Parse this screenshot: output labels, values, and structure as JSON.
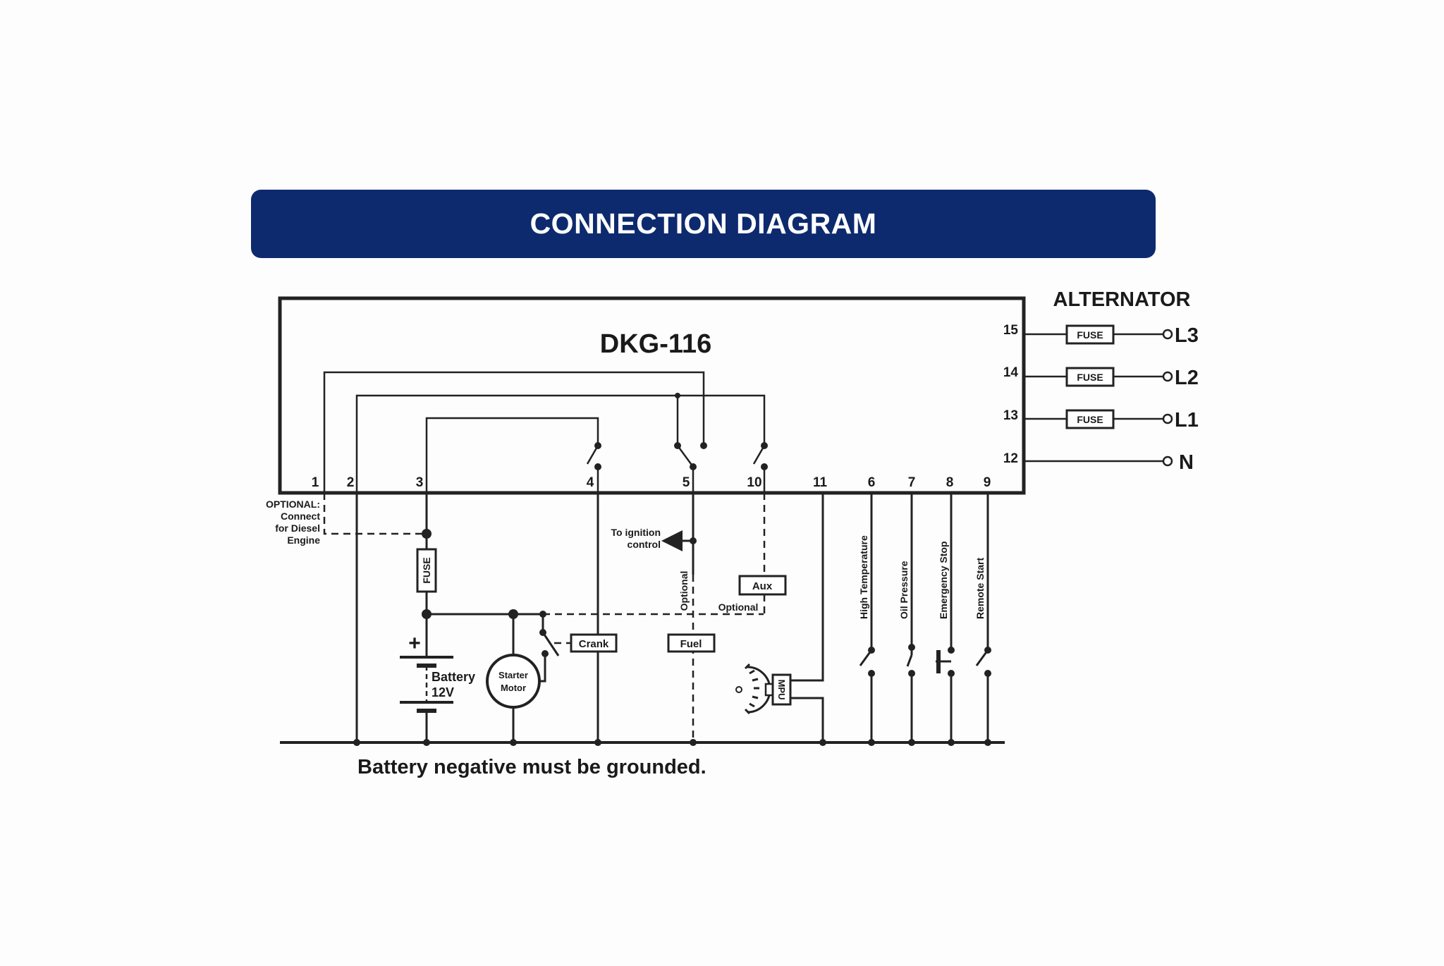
{
  "banner_title": "CONNECTION DIAGRAM",
  "device_name": "DKG-116",
  "alternator_label": "ALTERNATOR",
  "terminals": {
    "t1": "1",
    "t2": "2",
    "t3": "3",
    "t4": "4",
    "t5": "5",
    "t10": "10",
    "t11": "11",
    "t6": "6",
    "t7": "7",
    "t8": "8",
    "t9": "9",
    "t15": "15",
    "t14": "14",
    "t13": "13",
    "t12": "12"
  },
  "phases": {
    "l3": "L3",
    "l2": "L2",
    "l1": "L1",
    "n": "N"
  },
  "fuse_label": "FUSE",
  "optional_note": [
    "OPTIONAL:",
    "Connect",
    "for Diesel",
    "Engine"
  ],
  "ignition_note": [
    "To ignition",
    "control"
  ],
  "optional_label": "Optional",
  "relays": {
    "aux": "Aux",
    "crank": "Crank",
    "fuel": "Fuel",
    "mpu": "MPU"
  },
  "battery": [
    "Battery",
    "12V"
  ],
  "battery_plus": "+",
  "starter": [
    "Starter",
    "Motor"
  ],
  "inputs": {
    "high_temp": "High Temperature",
    "oil_pressure": "Oil Pressure",
    "emergency_stop": "Emergency Stop",
    "remote_start": "Remote Start"
  },
  "footer_note": "Battery negative must be grounded.",
  "colors": {
    "banner": "#0d2a6e",
    "line": "#222222"
  }
}
